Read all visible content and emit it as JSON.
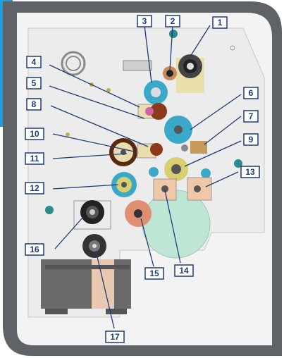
{
  "figure": {
    "accent_color": "#1aa0e0",
    "frame_color": "#5f6368",
    "label_color": "#1d3b7a",
    "callouts": [
      {
        "id": "1",
        "label": "1"
      },
      {
        "id": "2",
        "label": "2"
      },
      {
        "id": "3",
        "label": "3"
      },
      {
        "id": "4",
        "label": "4"
      },
      {
        "id": "5",
        "label": "5"
      },
      {
        "id": "6",
        "label": "6"
      },
      {
        "id": "7",
        "label": "7"
      },
      {
        "id": "8",
        "label": "8"
      },
      {
        "id": "9",
        "label": "9"
      },
      {
        "id": "10",
        "label": "10"
      },
      {
        "id": "11",
        "label": "11"
      },
      {
        "id": "12",
        "label": "12"
      },
      {
        "id": "13",
        "label": "13"
      },
      {
        "id": "14",
        "label": "14"
      },
      {
        "id": "15",
        "label": "15"
      },
      {
        "id": "16",
        "label": "16"
      },
      {
        "id": "17",
        "label": "17"
      }
    ]
  }
}
